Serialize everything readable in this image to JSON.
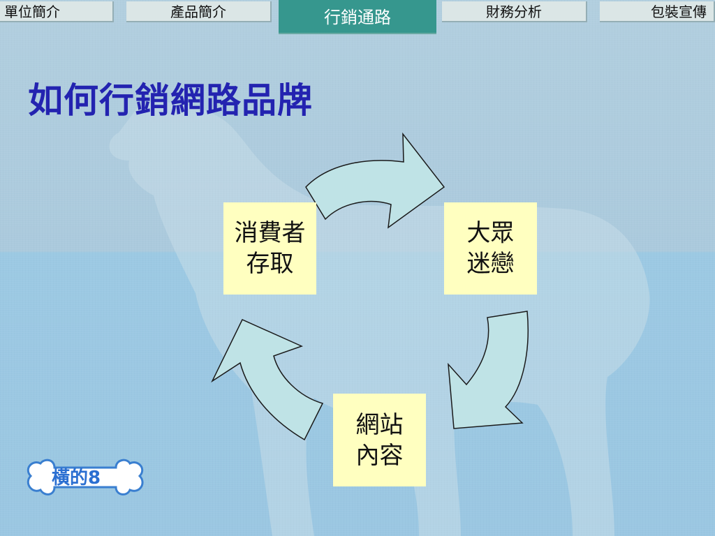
{
  "nav": {
    "tabs": [
      {
        "label": "單位簡介"
      },
      {
        "label": "產品簡介"
      },
      {
        "label": "行銷通路"
      },
      {
        "label": "財務分析"
      },
      {
        "label": "包裝宣傳"
      }
    ],
    "active_index": 2
  },
  "slide": {
    "title": "如何行銷網路品牌"
  },
  "cycle": {
    "nodes": [
      {
        "line1": "消費者",
        "line2": "存取"
      },
      {
        "line1": "大眾",
        "line2": "迷戀"
      },
      {
        "line1": "網站",
        "line2": "內容"
      }
    ]
  },
  "logo": {
    "text": "橫的8"
  },
  "colors": {
    "tab_active": "#36978e",
    "tab_inactive": "#dbe6e6",
    "title": "#2323b0",
    "box_fill": "#ffffc0",
    "arrow_fill": "#bfe3e6",
    "background": "#abcadd"
  }
}
